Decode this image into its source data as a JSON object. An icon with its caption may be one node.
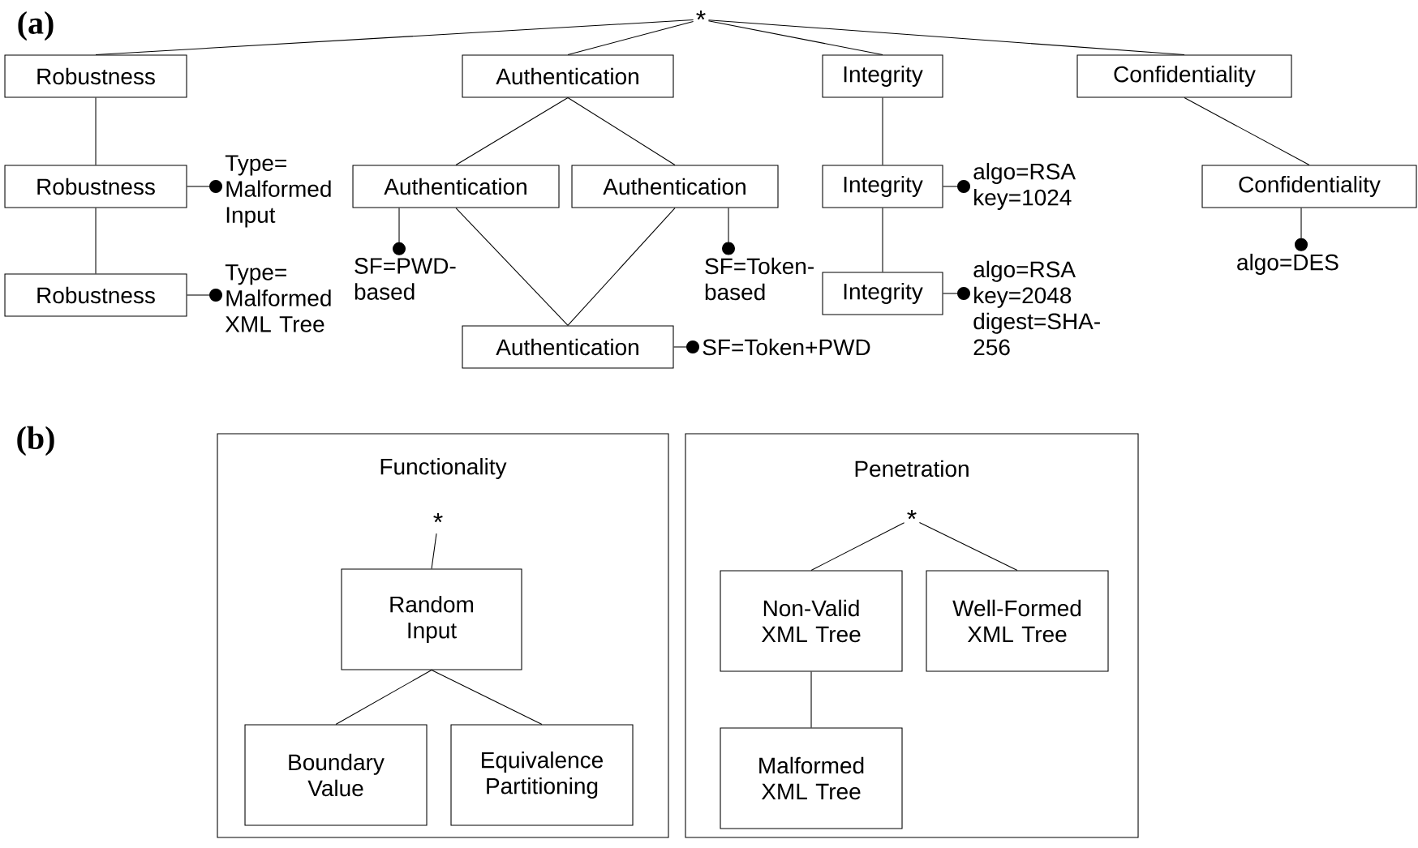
{
  "diagram": {
    "nodes": [
      {
        "text": [
          "*"
        ]
      },
      {
        "text": [
          "Robustness"
        ]
      },
      {
        "text": [
          "Authentication"
        ]
      },
      {
        "text": [
          "Integrity"
        ]
      },
      {
        "text": [
          "Confidentiality"
        ]
      },
      {
        "text": [
          "Robustness"
        ]
      },
      {
        "text": [
          "Type= Malformed Input"
        ]
      },
      {
        "text": [
          "Robustness"
        ]
      },
      {
        "text": [
          "Type= Malformed XML Tree"
        ]
      },
      {
        "text": [
          "Authentication"
        ]
      },
      {
        "text": [
          "SF=PWD-based"
        ]
      },
      {
        "text": [
          "Authentication"
        ]
      },
      {
        "text": [
          "SF=Token-based"
        ]
      },
      {
        "text": [
          "Authentication"
        ]
      },
      {
        "text": [
          "SF=Token+PWD"
        ]
      },
      {
        "text": [
          "Integrity"
        ]
      },
      {
        "text": [
          "algo=RSA key=1024"
        ]
      },
      {
        "text": [
          "Integrity"
        ]
      },
      {
        "text": [
          "algo=RSA key=2048 digest=SHA-256"
        ]
      },
      {
        "text": [
          "Confidentiality"
        ]
      },
      {
        "text": [
          "algo=DES"
        ]
      },
      {
        "text": [
          "Functionality"
        ]
      },
      {
        "text": [
          "*"
        ],
        "in": 21
      },
      {
        "text": [
          "Random Input"
        ],
        "in": 21
      },
      {
        "text": [
          "Boundary Value"
        ],
        "in": 21
      },
      {
        "text": [
          "Equivalence Partitioning"
        ],
        "in": 21
      },
      {
        "text": [
          "Penetration"
        ]
      },
      {
        "text": [
          "*"
        ],
        "in": 26
      },
      {
        "text": [
          "Non-Valid XML Tree"
        ],
        "in": 26
      },
      {
        "text": [
          "Well-Formed XML Tree"
        ],
        "in": 26
      },
      {
        "text": [
          "Malformed XML Tree"
        ],
        "in": 26
      }
    ],
    "edges": [
      {
        "from": 0,
        "to": 1,
        "arrow": "none"
      },
      {
        "from": 0,
        "to": 2,
        "arrow": "none"
      },
      {
        "from": 0,
        "to": 3,
        "arrow": "none"
      },
      {
        "from": 0,
        "to": 4,
        "arrow": "none"
      },
      {
        "from": 1,
        "to": 5,
        "arrow": "none"
      },
      {
        "from": 5,
        "to": 7,
        "arrow": "none"
      },
      {
        "from": 5,
        "to": 6,
        "arrow": "other"
      },
      {
        "from": 7,
        "to": 8,
        "arrow": "other"
      },
      {
        "from": 2,
        "to": 9,
        "arrow": "none"
      },
      {
        "from": 2,
        "to": 11,
        "arrow": "none"
      },
      {
        "from": 9,
        "to": 13,
        "arrow": "none"
      },
      {
        "from": 11,
        "to": 13,
        "arrow": "none"
      },
      {
        "from": 9,
        "to": 10,
        "arrow": "other"
      },
      {
        "from": 11,
        "to": 12,
        "arrow": "other"
      },
      {
        "from": 13,
        "to": 14,
        "arrow": "other"
      },
      {
        "from": 3,
        "to": 15,
        "arrow": "none"
      },
      {
        "from": 15,
        "to": 17,
        "arrow": "none"
      },
      {
        "from": 15,
        "to": 16,
        "arrow": "other"
      },
      {
        "from": 17,
        "to": 18,
        "arrow": "other"
      },
      {
        "from": 4,
        "to": 19,
        "arrow": "none"
      },
      {
        "from": 19,
        "to": 20,
        "arrow": "other"
      },
      {
        "from": 22,
        "to": 23,
        "arrow": "none"
      },
      {
        "from": 23,
        "to": 24,
        "arrow": "none"
      },
      {
        "from": 23,
        "to": 25,
        "arrow": "none"
      },
      {
        "from": 27,
        "to": 28,
        "arrow": "none"
      },
      {
        "from": 27,
        "to": 29,
        "arrow": "none"
      },
      {
        "from": 28,
        "to": 30,
        "arrow": "none"
      }
    ],
    "labels": [
      "(a)",
      "(b)"
    ]
  }
}
